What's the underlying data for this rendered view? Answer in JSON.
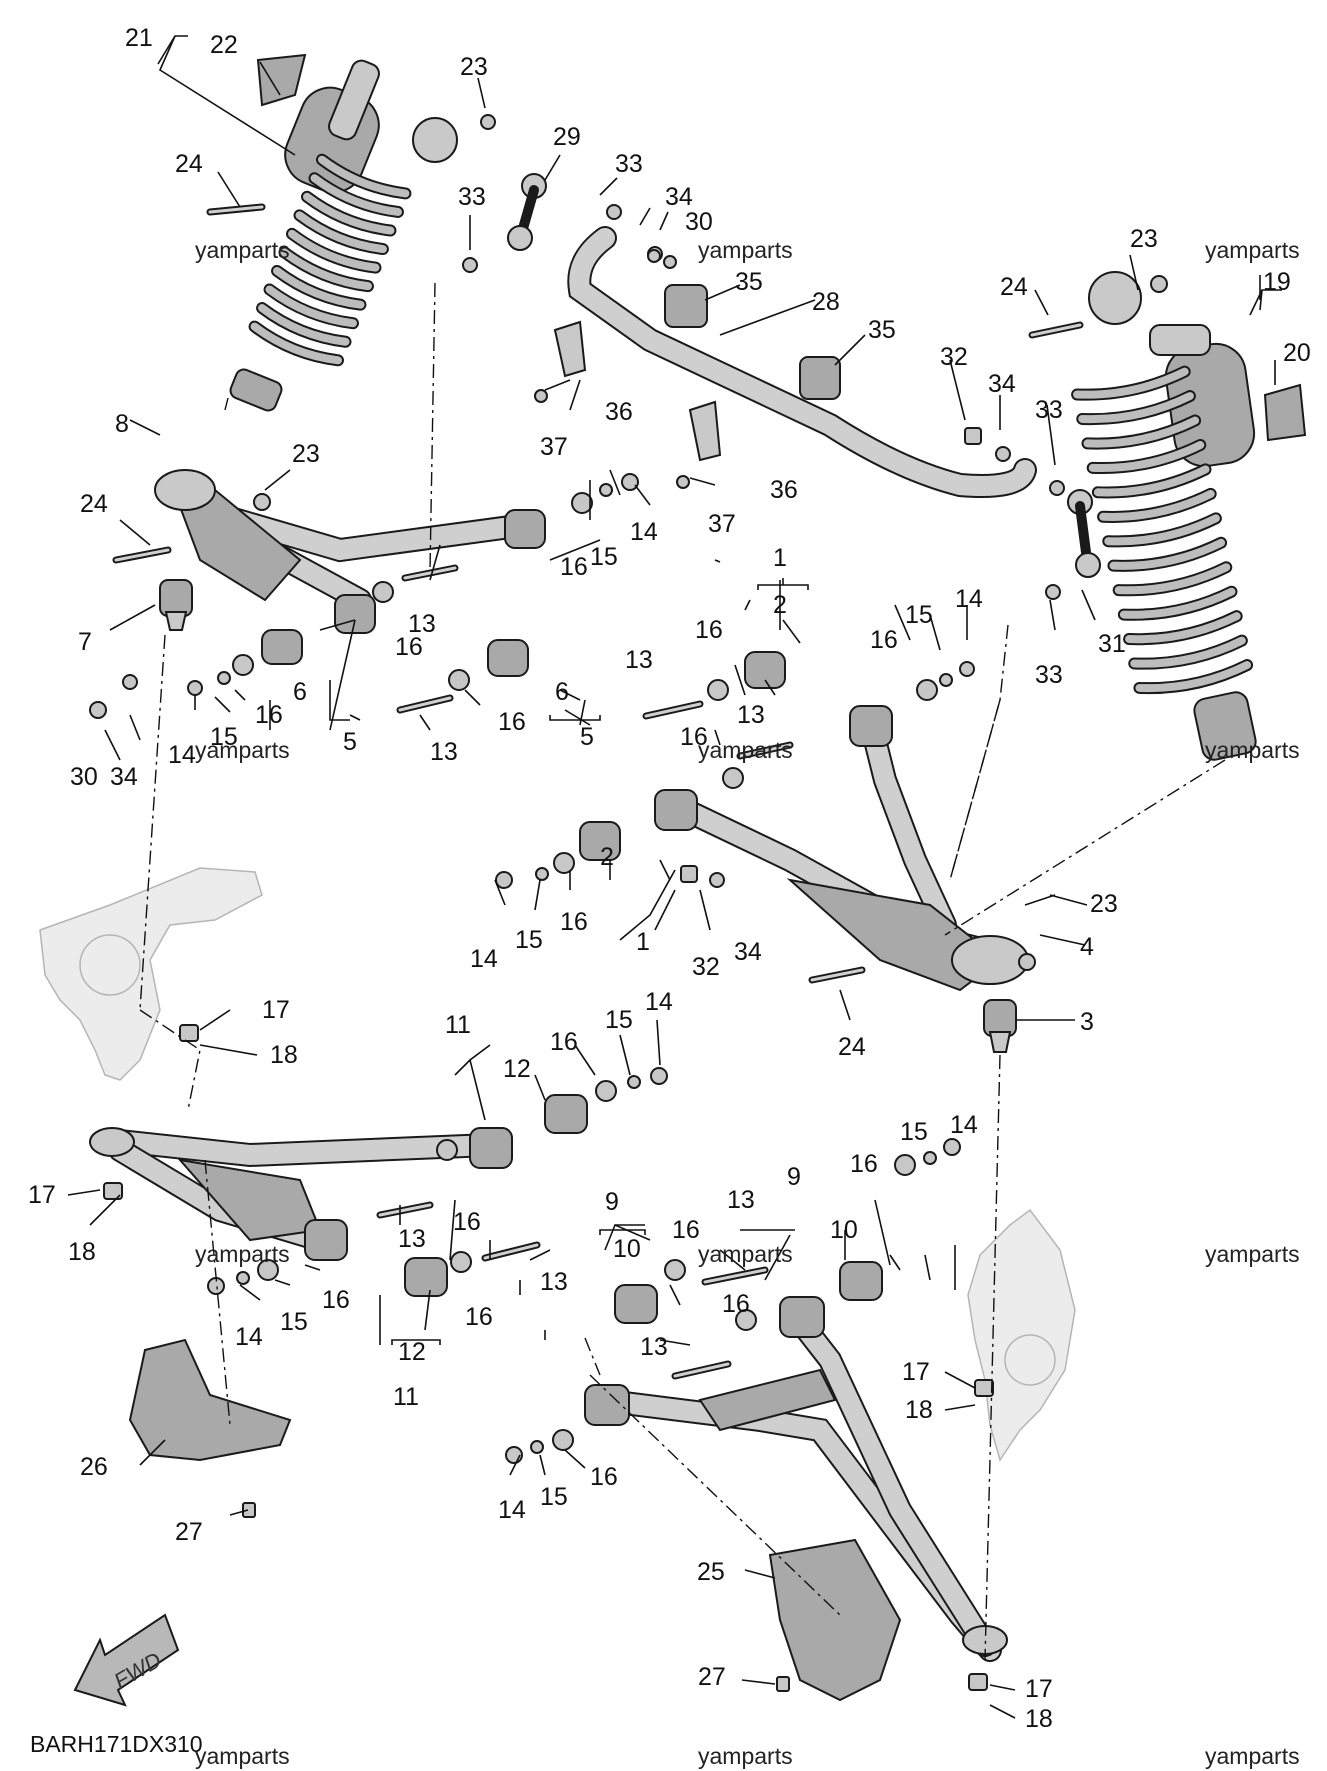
{
  "diagram": {
    "code": "BARH171DX310",
    "watermark": "yamparts",
    "fwd_label": "FWD",
    "callouts": [
      "1",
      "2",
      "3",
      "4",
      "5",
      "6",
      "7",
      "8",
      "9",
      "10",
      "11",
      "12",
      "13",
      "14",
      "15",
      "16",
      "17",
      "18",
      "19",
      "20",
      "21",
      "22",
      "23",
      "24",
      "25",
      "26",
      "27",
      "28",
      "29",
      "30",
      "31",
      "32",
      "33",
      "34",
      "35",
      "36",
      "37"
    ]
  }
}
